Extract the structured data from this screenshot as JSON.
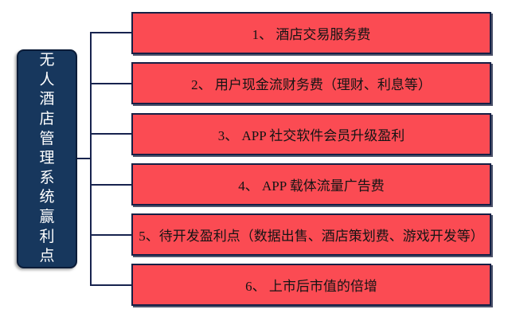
{
  "diagram": {
    "type": "tree",
    "root": {
      "label": "无人酒店管理系统赢利点"
    },
    "items": [
      {
        "id": 1,
        "label": "1、 酒店交易服务费"
      },
      {
        "id": 2,
        "label": "2、 用户现金流财务费（理财、利息等）"
      },
      {
        "id": 3,
        "label": "3、 APP 社交软件会员升级盈利"
      },
      {
        "id": 4,
        "label": "4、 APP 载体流量广告费"
      },
      {
        "id": 5,
        "label": "5、待开发盈利点（数据出售、酒店策划费、游戏开发等）"
      },
      {
        "id": 6,
        "label": "6、 上市后市值的倍增"
      }
    ],
    "colors": {
      "node_fill": "#fb4b53",
      "node_border": "#161f45",
      "node_text": "#141414",
      "root_fill": "#17375d",
      "root_border": "#0b1c38",
      "root_text": "#ffffff",
      "connector": "#17234e"
    }
  }
}
